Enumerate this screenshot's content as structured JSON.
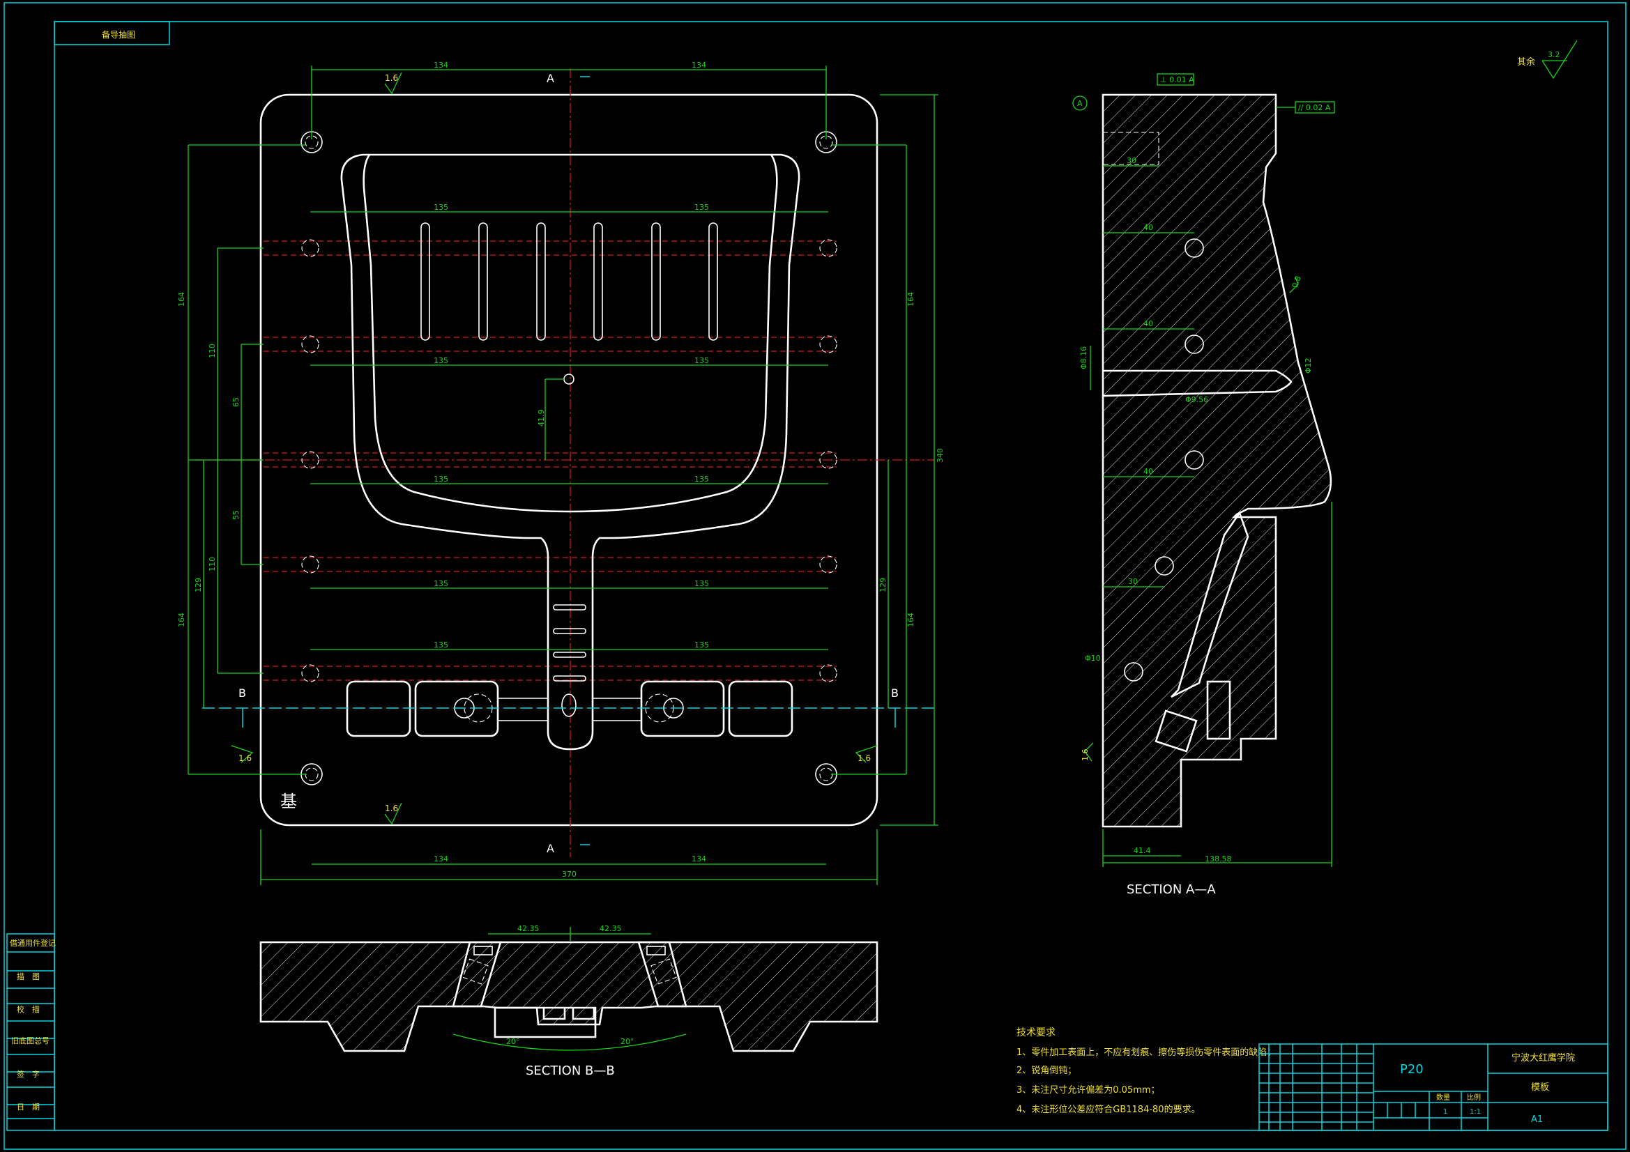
{
  "sheet": {
    "top_left_label": "备导抽图",
    "roughness_note": "其余",
    "roughness_value": "3.2"
  },
  "views": {
    "plan": {
      "section_mark_a": "A",
      "section_mark_b": "B",
      "roughness": "1.6",
      "base_mark": "基",
      "dims": {
        "top_half": "134",
        "pitch": "135",
        "overall_width": "370",
        "height_left_1": "164",
        "height_left_2": "110",
        "height_left_3": "65",
        "height_left_4": "55",
        "height_left_5": "110",
        "height_left_6": "129",
        "height_left_7": "164",
        "height_right_1": "164",
        "height_right_2": "129",
        "height_right_3": "164",
        "height_right_4": "340",
        "center_offset": "41.9"
      }
    },
    "section_aa": {
      "title": "SECTION A—A",
      "datum": "A",
      "gdt_top": "⊥ 0.01 A",
      "gdt_right": "// 0.02 A",
      "dims": {
        "d1": "40",
        "d2": "40",
        "d3": "40",
        "d4": "30",
        "d5": "30",
        "bottom_left": "41.4",
        "bottom_total": "138.58",
        "small_1": "Φ8.16",
        "small_2": "Φ9.56",
        "small_3": "Φ12",
        "small_4": "Φ10",
        "rough": "0.8",
        "rough_side": "1.6"
      }
    },
    "section_bb": {
      "title": "SECTION B—B",
      "dim_left": "42.35",
      "dim_right": "42.35",
      "angle_left": "20°",
      "angle_right": "20°"
    }
  },
  "tech_requirements": {
    "heading": "技术要求",
    "items": [
      "1、零件加工表面上，不应有划痕、擦伤等损伤零件表面的缺陷；",
      "2、锐角倒钝；",
      "3、未注尺寸允许偏差为0.05mm；",
      "4、未注形位公差应符合GB1184-80的要求。"
    ]
  },
  "left_strip": {
    "cells": [
      "借通用件登记",
      "描　图",
      "校　描",
      "旧底图总号",
      "签　字",
      "日　期"
    ]
  },
  "title_block": {
    "material": "P20",
    "school": "宁波大红鹰学院",
    "part_name": "模板",
    "sheet_size": "A1",
    "qty_label": "数量",
    "scale_label": "比例",
    "qty": "1",
    "scale": "1:1"
  },
  "colors": {
    "outline": "#ffffff",
    "dimension": "#19d419",
    "frame": "#00d7e0",
    "centerline": "#d21a1a"
  }
}
